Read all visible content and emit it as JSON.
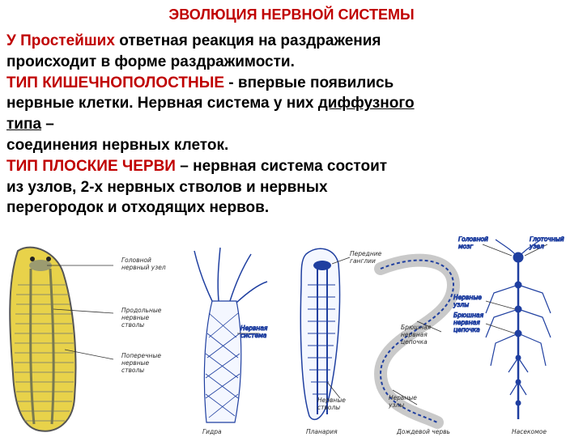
{
  "title": "ЭВОЛЮЦИЯ НЕРВНОЙ СИСТЕМЫ",
  "paragraphs": {
    "p1_lead": "У Простейших",
    "p1_rest": " ответная реакция на раздражения",
    "p1_line2": "происходит в форме  раздражимости.",
    "p2_lead": "ТИП КИШЕЧНОПОЛОСТНЫЕ",
    "p2_rest": " - впервые появились",
    "p2_line2a": " нервные клетки. Нервная система у них ",
    "p2_line2u": "диффузного",
    "p2_line3u": "типа",
    "p2_line3b": " –",
    "p2_line4": "соединения  нервных клеток.",
    "p3_lead": "ТИП ПЛОСКИЕ ЧЕРВИ",
    "p3_rest": " – нервная система состоит",
    "p3_line2": " из узлов, 2-х  нервных стволов и нервных",
    "p3_line3": "перегородок и отходящих нервов."
  },
  "figure": {
    "flatworm_labels": {
      "head": [
        "Головной",
        "нервный узел"
      ],
      "longitudinal": [
        "Продольные",
        "нервные",
        "стволы"
      ],
      "transverse": [
        "Поперечные",
        "нервные",
        "стволы"
      ]
    },
    "hydra_labels": {
      "net": [
        "Нервная",
        "система"
      ]
    },
    "planaria_labels": {
      "ganglia": [
        "Передние",
        "ганглии"
      ],
      "trunks": [
        "Нервные",
        "стволы"
      ]
    },
    "annelid_labels": {
      "chain": [
        "Брюшная",
        "нервная",
        "цепочка"
      ],
      "nodes": [
        "Нервные",
        "узлы"
      ]
    },
    "insect_labels": {
      "head": [
        "Головной",
        "мозг"
      ],
      "pharynx": [
        "Глоточный",
        "узел"
      ],
      "nodes": [
        "Нервные",
        "узлы"
      ],
      "chain": [
        "Брюшная",
        "нервная",
        "цепочка"
      ]
    },
    "captions": [
      "Гидра",
      "Планария",
      "Дождевой червь",
      "Насекомое"
    ]
  },
  "colors": {
    "title": "#c00000",
    "nerve": "#1f3fa0",
    "flatworm_body": "#e8d24a"
  }
}
